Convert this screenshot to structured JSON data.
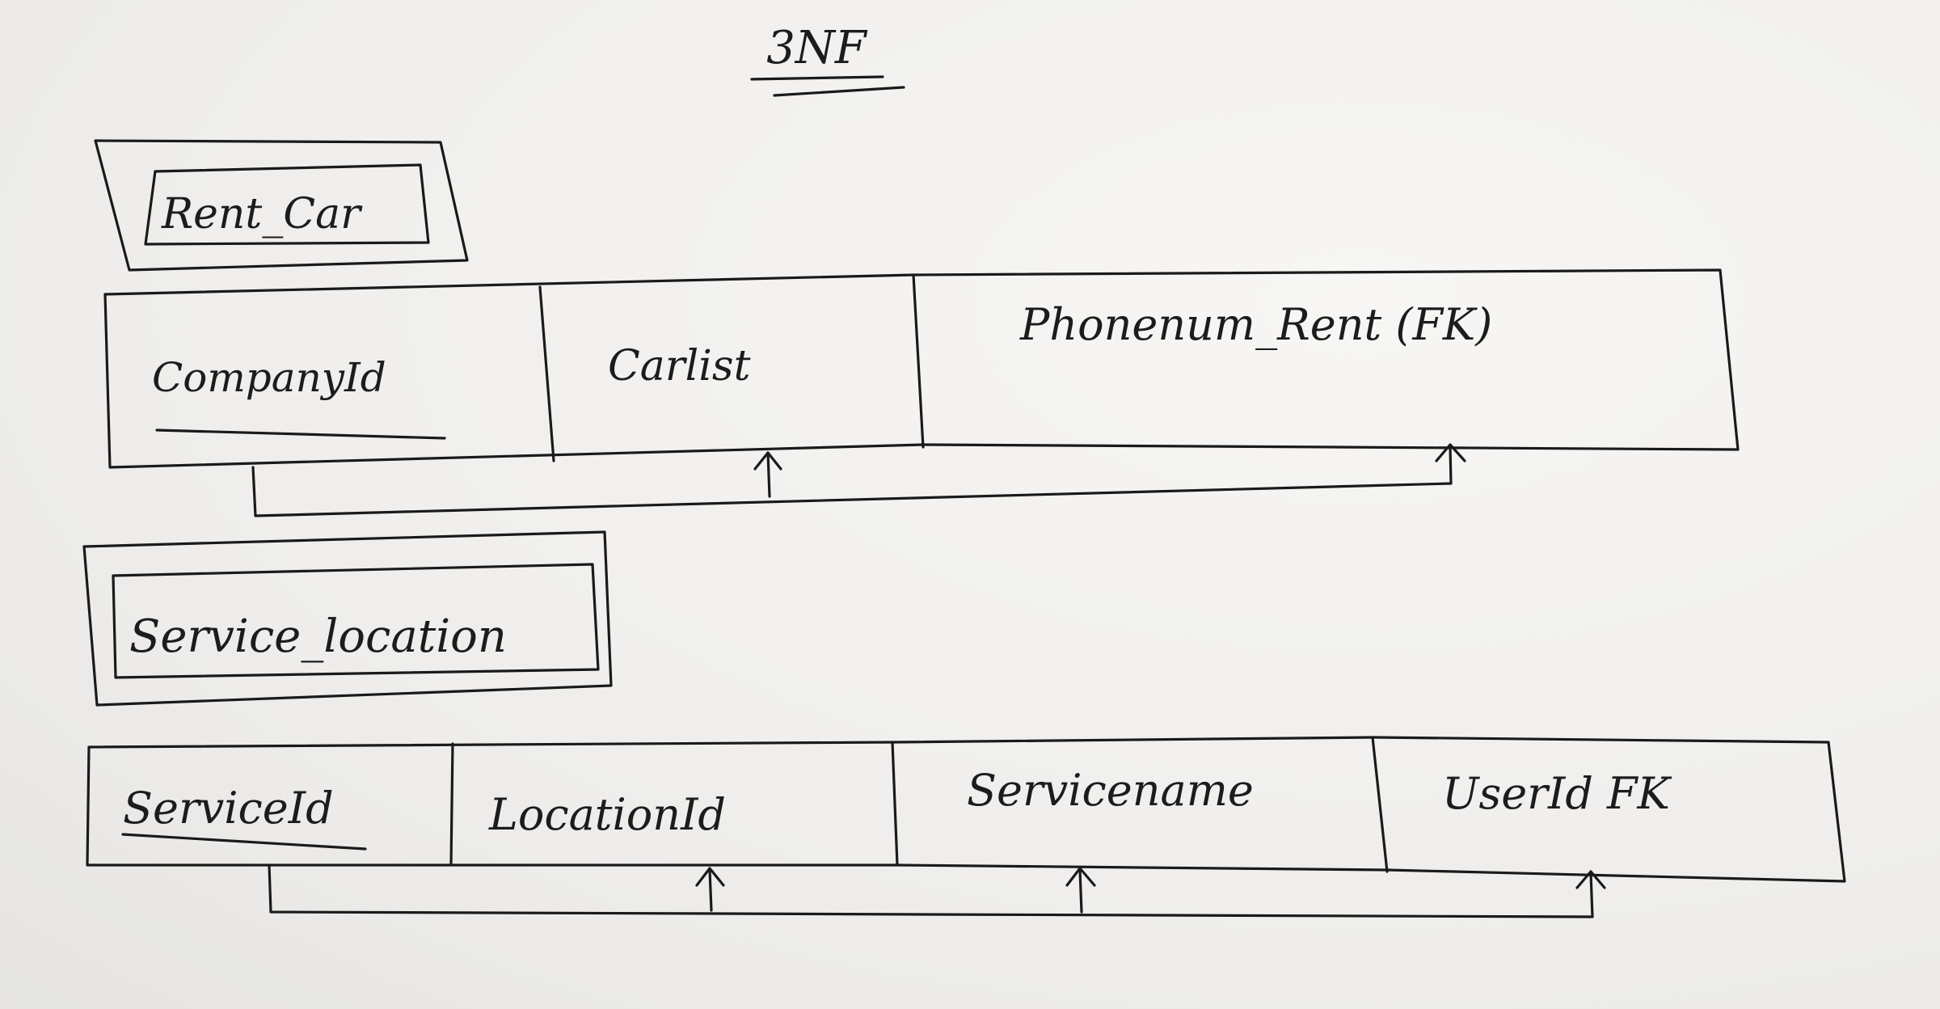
{
  "title": "3NF",
  "tables": [
    {
      "name": "Rent_Car",
      "columns": [
        {
          "label": "CompanyId",
          "primary_key": true
        },
        {
          "label": "Carlist",
          "primary_key": false
        },
        {
          "label": "Phonenum_Rent (FK)",
          "primary_key": false
        }
      ]
    },
    {
      "name": "Service_location",
      "columns": [
        {
          "label": "ServiceId",
          "primary_key": true
        },
        {
          "label": "LocationId",
          "primary_key": false
        },
        {
          "label": "Servicename",
          "primary_key": false
        },
        {
          "label": "UserId FK",
          "primary_key": false
        }
      ]
    }
  ],
  "dependencies": [
    {
      "table": "Rent_Car",
      "from": "CompanyId",
      "to": [
        "Carlist",
        "Phonenum_Rent (FK)"
      ]
    },
    {
      "table": "Service_location",
      "from": "ServiceId",
      "to": [
        "LocationId",
        "Servicename",
        "UserId FK"
      ]
    }
  ],
  "colors": {
    "ink": "#1a1a1a",
    "paper": "#f2f1ef"
  }
}
